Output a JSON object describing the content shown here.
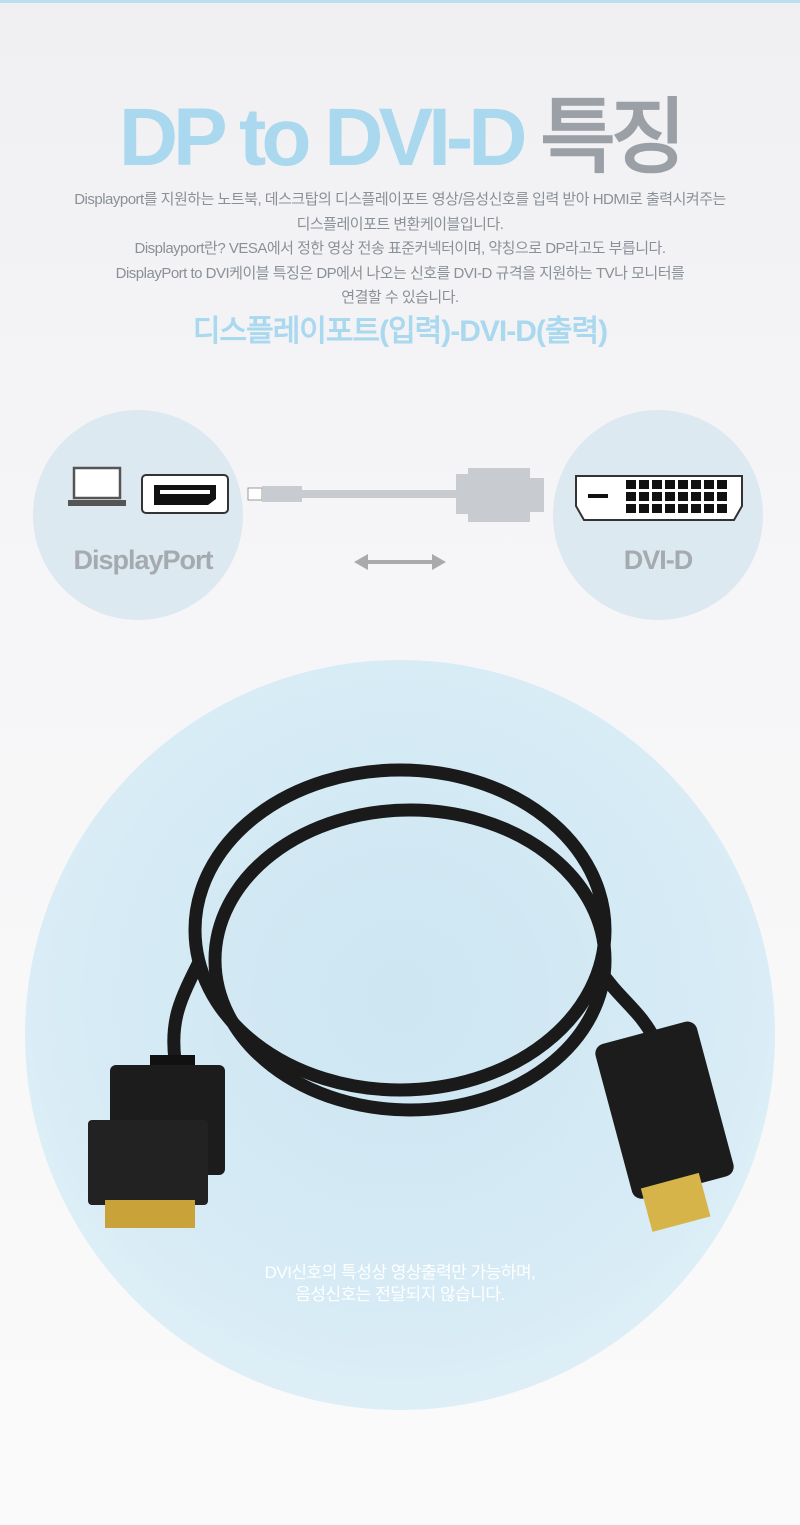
{
  "title": {
    "part1": "DP to DVI-D",
    "part2": "특징"
  },
  "description": [
    "Displayport를 지원하는 노트북, 데스크탑의 디스플레이포트 영상/음성신호를 입력 받아 HDMI로 출력시켜주는",
    "디스플레이포트 변환케이블입니다.",
    "Displayport란? VESA에서 정한 영상 전송 표준커넥터이며, 약칭으로 DP라고도 부릅니다.",
    "DisplayPort to DVI케이블 특징은 DP에서 나오는 신호를 DVI-D 규격을 지원하는 TV나 모니터를",
    "연결할 수 있습니다."
  ],
  "subtitle": "디스플레이포트(입력)-DVI-D(출력)",
  "diagram": {
    "left_label": "DisplayPort",
    "right_label": "DVI-D"
  },
  "note": [
    "DVI신호의 특성상 영상출력만 가능하며,",
    "음성신호는 전달되지 않습니다."
  ],
  "colors": {
    "accent": "#a9d8ef",
    "text": "#8a9097"
  }
}
